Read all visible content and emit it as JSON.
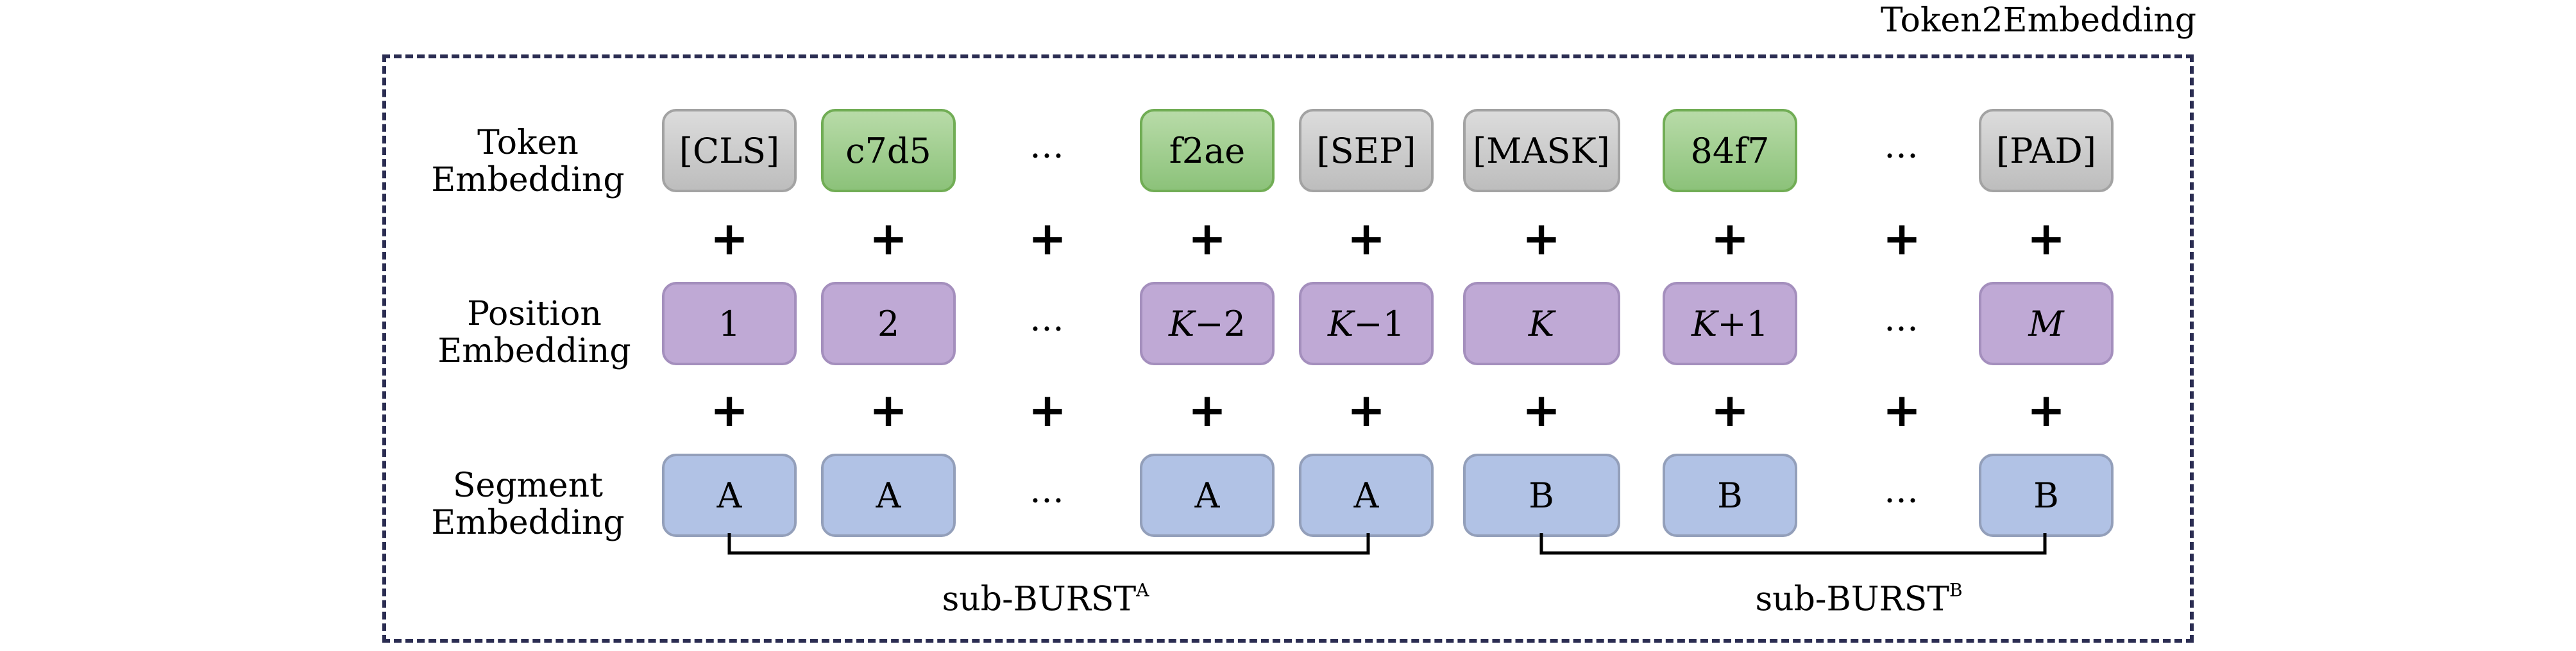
{
  "title": "Token2Embedding",
  "rows": {
    "token": {
      "label": [
        "Token",
        "Embedding"
      ]
    },
    "position": {
      "label": [
        "Position",
        "Embedding"
      ]
    },
    "segment": {
      "label": [
        "Segment",
        "Embedding"
      ]
    }
  },
  "columns": [
    {
      "token": "[CLS]",
      "token_color": "gray",
      "position": "1",
      "segment": "A"
    },
    {
      "token": "c7d5",
      "token_color": "green",
      "position": "2",
      "segment": "A"
    },
    {
      "token": "…",
      "token_color": "none",
      "position": "…",
      "segment": "…"
    },
    {
      "token": "f2ae",
      "token_color": "green",
      "position": "K−2",
      "segment": "A"
    },
    {
      "token": "[SEP]",
      "token_color": "gray",
      "position": "K−1",
      "segment": "A"
    },
    {
      "token": "[MASK]",
      "token_color": "gray",
      "position": "K",
      "segment": "B"
    },
    {
      "token": "84f7",
      "token_color": "green",
      "position": "K+1",
      "segment": "B"
    },
    {
      "token": "…",
      "token_color": "none",
      "position": "…",
      "segment": "…"
    },
    {
      "token": "[PAD]",
      "token_color": "gray",
      "position": "M",
      "segment": "B"
    }
  ],
  "plus_symbol": "+",
  "groups": [
    {
      "label": "sub-BURST",
      "superscript": "A"
    },
    {
      "label": "sub-BURST",
      "superscript": "B"
    }
  ],
  "colors": {
    "frame": "#2b2d52",
    "gray": "#c8c8c8",
    "green": "#9ccd8a",
    "purple": "#bfa9d5",
    "blue": "#b1c2e5"
  }
}
